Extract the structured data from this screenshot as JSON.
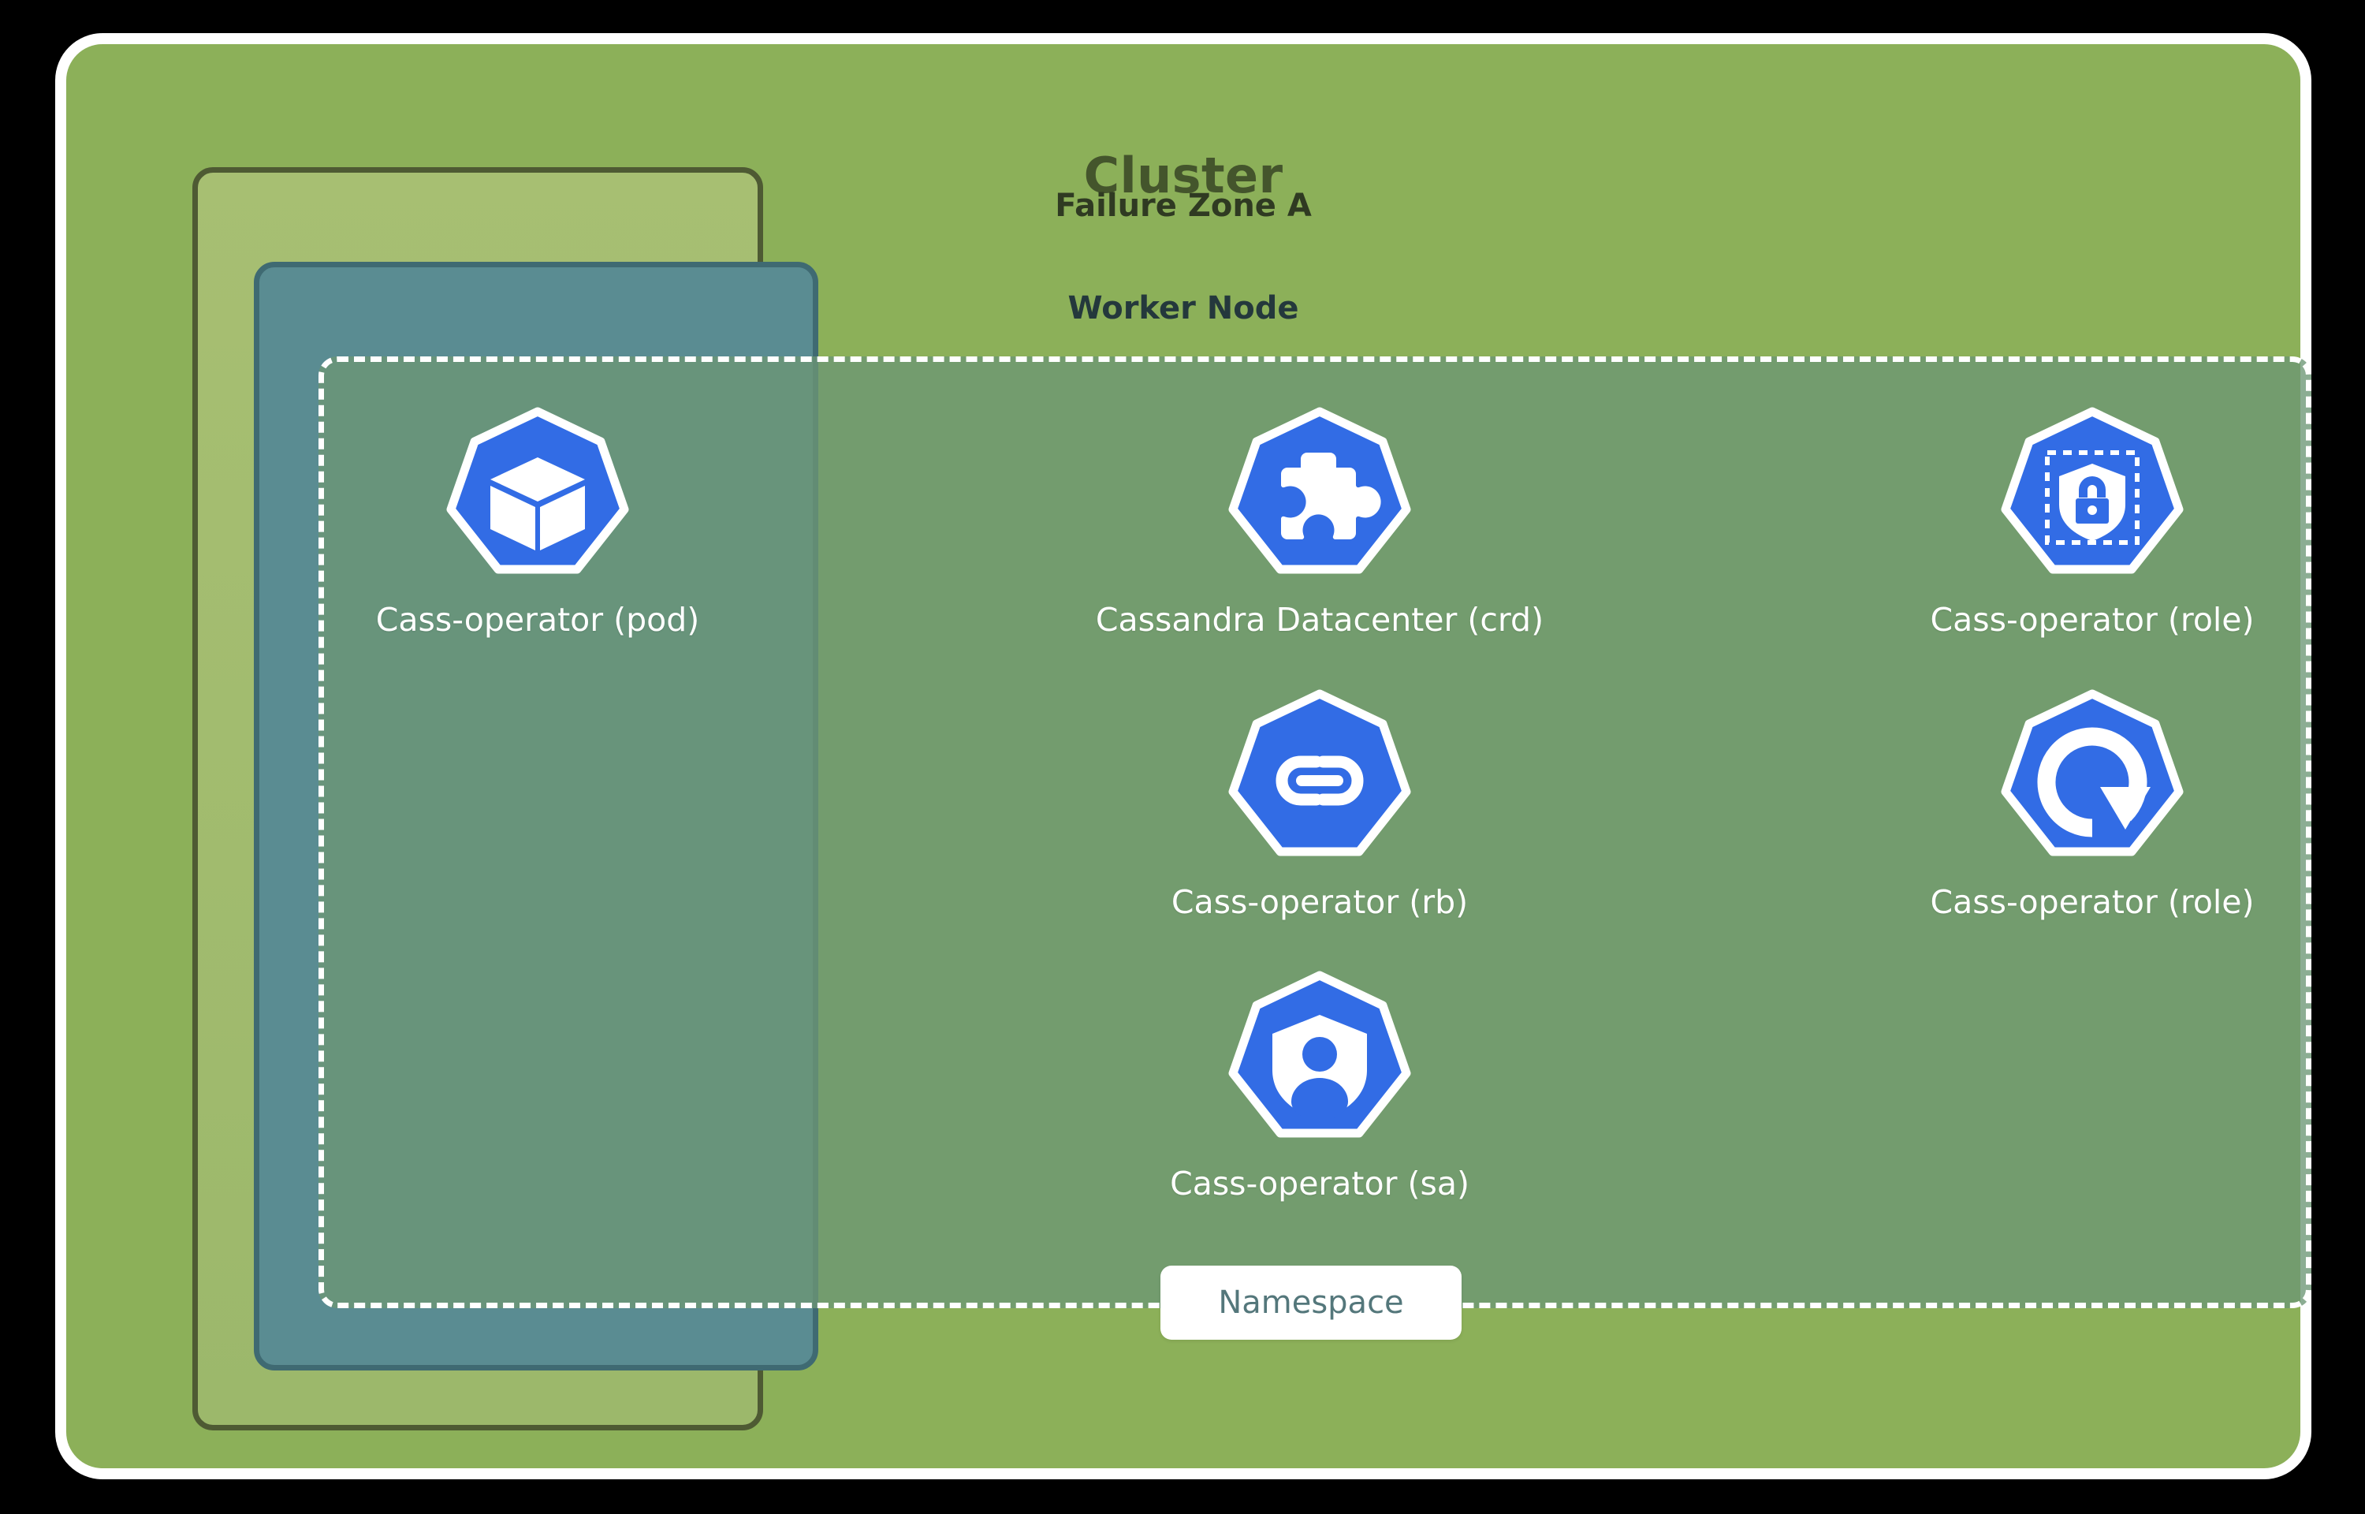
{
  "diagram": {
    "type": "kubernetes-architecture",
    "cluster": {
      "title": "Cluster"
    },
    "failure_zone": {
      "title": "Failure Zone A"
    },
    "worker_node": {
      "title": "Worker Node"
    },
    "namespace": {
      "label": "Namespace"
    },
    "colors": {
      "cluster_bg": "#8cb059",
      "cluster_title": "#44552c",
      "failure_zone_bg": "#a7bf72",
      "failure_zone_border": "#4e5a33",
      "worker_node_bg": "#5a8c92",
      "worker_node_border": "#3f6a72",
      "namespace_border": "#ffffff",
      "namespace_pill_text": "#54777b",
      "icon_blue": "#326ce5",
      "icon_glyph": "#ffffff",
      "label_text": "#ffffff"
    },
    "resources": [
      {
        "id": "pod",
        "label": "Cass-operator (pod)",
        "icon": "cube-icon",
        "container": "worker-node"
      },
      {
        "id": "crd",
        "label": "Cassandra Datacenter (crd)",
        "icon": "puzzle-piece-icon",
        "container": "namespace"
      },
      {
        "id": "role",
        "label": "Cass-operator (role)",
        "icon": "shield-lock-icon",
        "container": "namespace"
      },
      {
        "id": "rb",
        "label": "Cass-operator (rb)",
        "icon": "chain-link-icon",
        "container": "namespace"
      },
      {
        "id": "clusterrole",
        "label": "Cass-operator (role)",
        "icon": "refresh-arrow-icon",
        "container": "namespace"
      },
      {
        "id": "sa",
        "label": "Cass-operator (sa)",
        "icon": "shield-user-icon",
        "container": "namespace"
      }
    ]
  }
}
